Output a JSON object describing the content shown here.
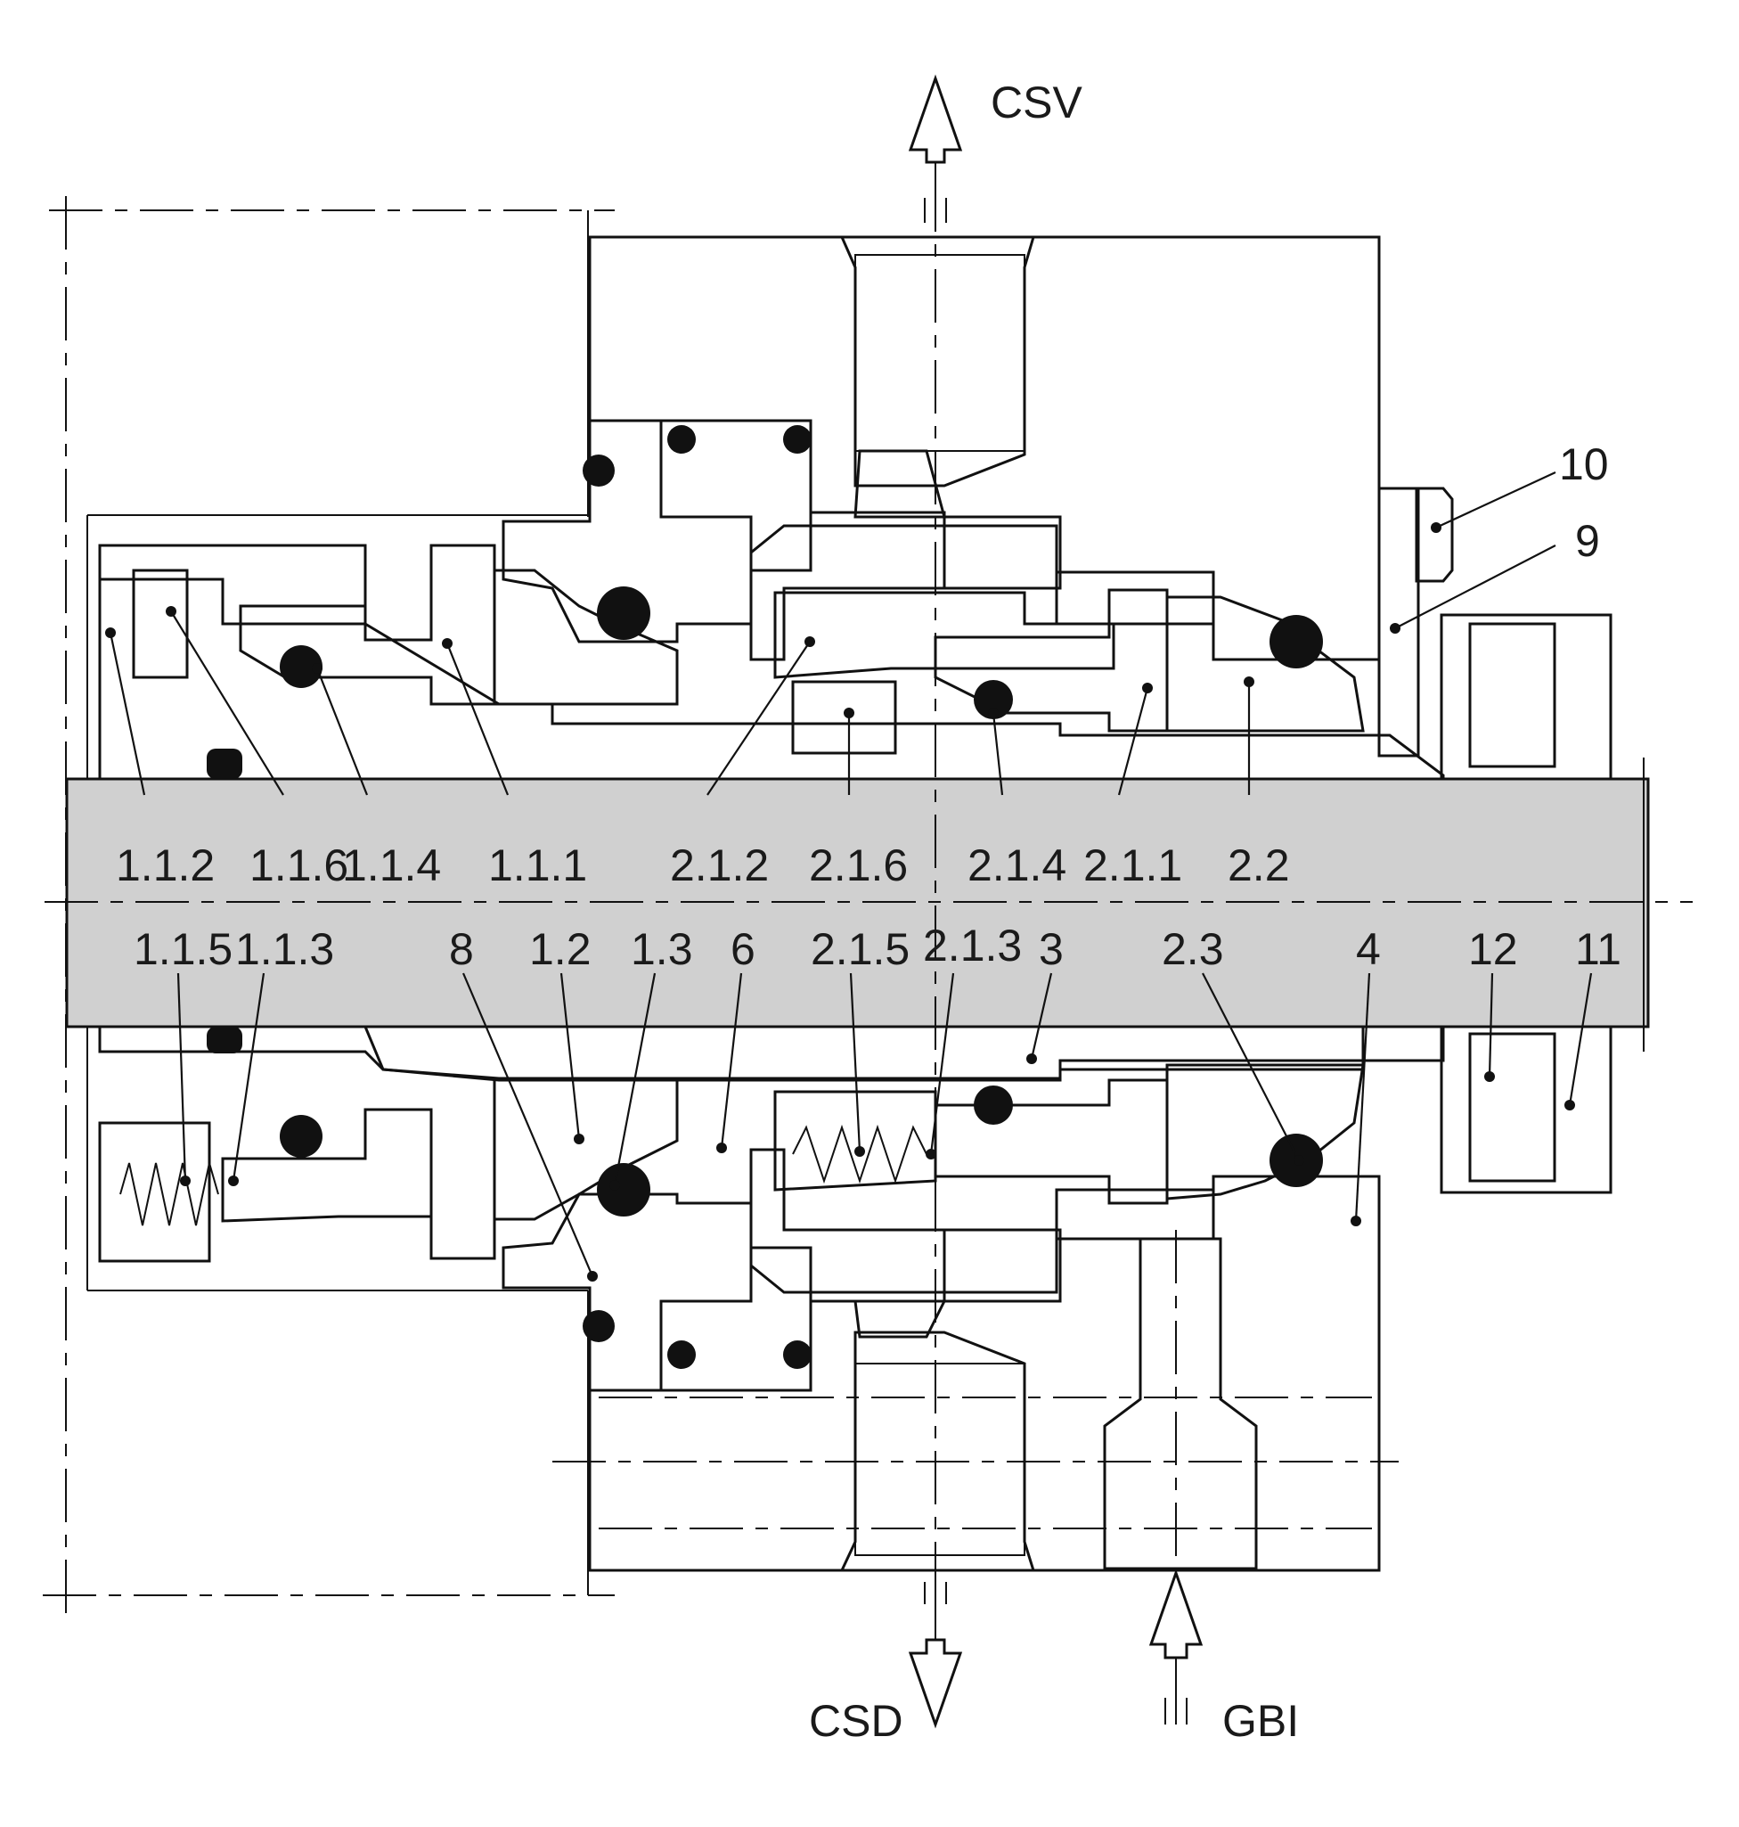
{
  "colors": {
    "housing": "#8c8c8c",
    "housing_dark": "#808080",
    "yellow": "#f7e05a",
    "shaft": "#cfcfcf",
    "blue": "#4a5ca8",
    "black": "#111111",
    "white": "#ffffff"
  },
  "flow_labels": {
    "csv": "CSV",
    "csd": "CSD",
    "gbi": "GBI"
  },
  "part_labels": {
    "p10": "10",
    "p9": "9",
    "p112": "1.1.2",
    "p116": "1.1.6",
    "p114": "1.1.4",
    "p111": "1.1.1",
    "p212": "2.1.2",
    "p216": "2.1.6",
    "p214": "2.1.4",
    "p211": "2.1.1",
    "p22": "2.2",
    "p115": "1.1.5",
    "p113": "1.1.3",
    "p8": "8",
    "p12a": "1.2",
    "p13": "1.3",
    "p6": "6",
    "p215": "2.1.5",
    "p213": "2.1.3",
    "p3": "3",
    "p23": "2.3",
    "p4": "4",
    "p12": "12",
    "p11": "11"
  }
}
